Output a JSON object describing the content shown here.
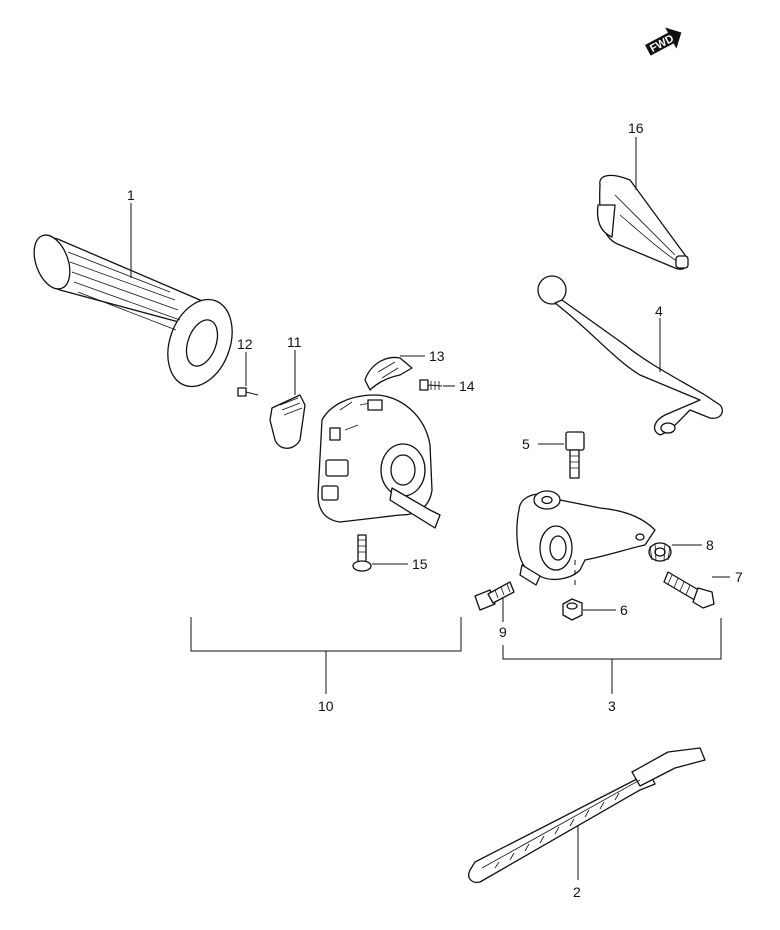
{
  "fwd_badge": {
    "text": "FWD"
  },
  "callouts": {
    "c1": "1",
    "c2": "2",
    "c3": "3",
    "c4": "4",
    "c5": "5",
    "c6": "6",
    "c7": "7",
    "c8": "8",
    "c9": "9",
    "c10": "10",
    "c11": "11",
    "c12": "12",
    "c13": "13",
    "c14": "14",
    "c15": "15",
    "c16": "16"
  }
}
